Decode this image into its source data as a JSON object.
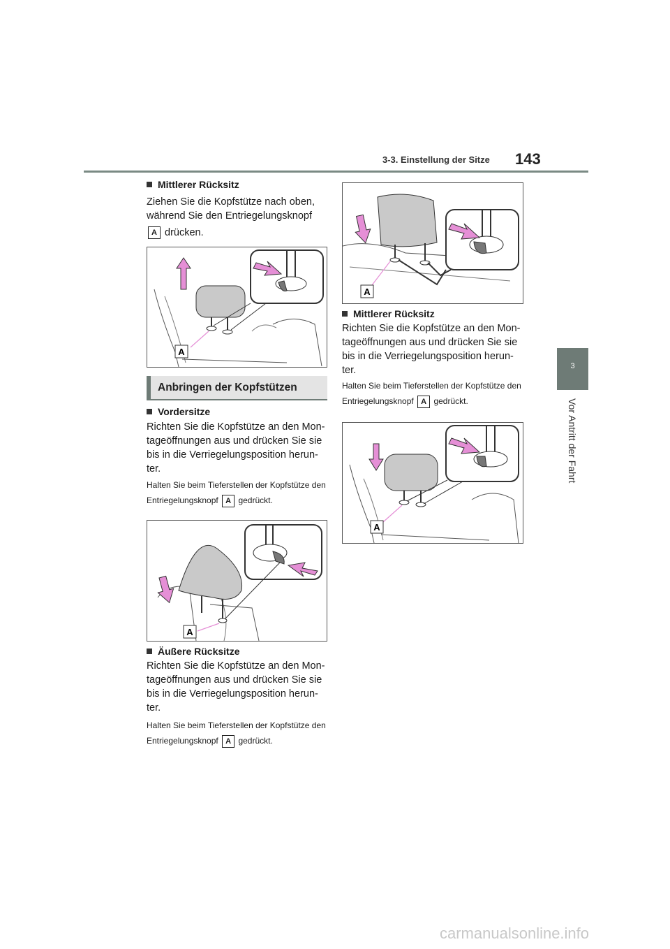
{
  "header": {
    "section": "3-3. Einstellung der Sitze",
    "page_number": "143"
  },
  "side_tab": {
    "number": "3",
    "label": "Vor Antritt der Fahrt"
  },
  "left_column": {
    "block1": {
      "heading": "Mittlerer Rücksitz",
      "text_a": "Ziehen Sie die Kopfstütze nach oben, während Sie den Entriegelungsknopf",
      "badge": "A",
      "text_b": "drücken."
    },
    "figure1": {
      "label": "A"
    },
    "section_title": "Anbringen der Kopfstützen",
    "block2": {
      "heading": "Vordersitze",
      "text": "Richten Sie die Kopfstütze an den Mon-tageöffnungen aus und drücken Sie sie bis in die Verriegelungsposition herun-ter.",
      "note_a": "Halten Sie beim Tieferstellen der Kopfstütze den Entriegelungsknopf",
      "badge": "A",
      "note_b": "gedrückt."
    },
    "figure2": {
      "label": "A"
    },
    "block3": {
      "heading": "Äußere Rücksitze",
      "text": "Richten Sie die Kopfstütze an den Mon-tageöffnungen aus und drücken Sie sie bis in die Verriegelungsposition herun-ter.",
      "note_a": "Halten Sie beim Tieferstellen der Kopfstütze den Entriegelungsknopf",
      "badge": "A",
      "note_b": "gedrückt."
    }
  },
  "right_column": {
    "figure3": {
      "label": "A"
    },
    "block4": {
      "heading": "Mittlerer Rücksitz",
      "text": "Richten Sie die Kopfstütze an den Mon-tageöffnungen aus und drücken Sie sie bis in die Verriegelungsposition herun-ter.",
      "note_a": "Halten Sie beim Tieferstellen der Kopfstütze den Entriegelungsknopf",
      "badge": "A",
      "note_b": "gedrückt."
    },
    "figure4": {
      "label": "A"
    }
  },
  "watermark": "carmanualsonline.info",
  "colors": {
    "accent": "#6e7b76",
    "arrow_pink": "#e58fd6",
    "headrest_gray": "#c9c9c9"
  }
}
